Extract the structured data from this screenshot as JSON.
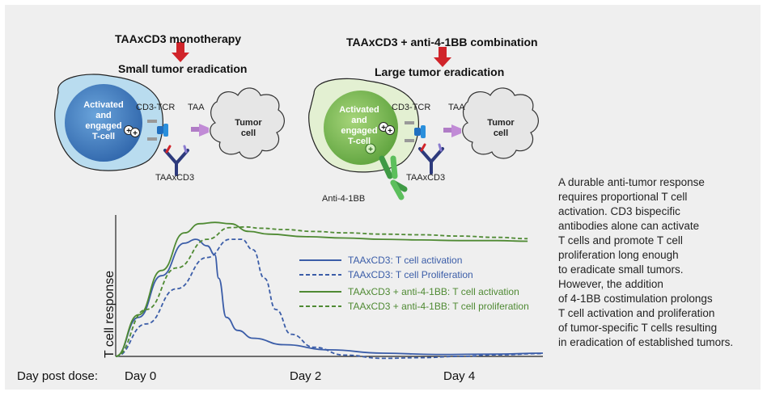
{
  "panel_left": {
    "title": "TAAxCD3 monotherapy",
    "result": "Small tumor eradication",
    "cell_label": [
      "Activated",
      "and",
      "engaged",
      "T-cell"
    ],
    "receptor_label": "CD3-TCR",
    "antigen_label": "TAA",
    "tumor_label": [
      "Tumor",
      "cell"
    ],
    "antibody_label": "TAAxCD3"
  },
  "panel_right": {
    "title": "TAAxCD3 + anti-4-1BB combination",
    "result": "Large tumor eradication",
    "cell_label": [
      "Activated",
      "and",
      "engaged",
      "T-cell"
    ],
    "receptor_label": "CD3-TCR",
    "antigen_label": "TAA",
    "tumor_label": [
      "Tumor",
      "cell"
    ],
    "antibody_label": "TAAxCD3",
    "costim_label": "Anti-4-1BB"
  },
  "colors": {
    "blue_series": "#3b5da8",
    "green_series": "#4f8a33",
    "arrow": "#d0242a",
    "tcell_blue": "#3d7fc1",
    "tcell_green": "#7bbf4a"
  },
  "description": "A durable anti-tumor response requires proportional T cell activation. CD3 bispecific antibodies alone can activate T cells and promote T cell proliferation long enough to eradicate small tumors. However, the addition of 4-1BB costimulation prolongs T cell activation and proliferation of tumor-specific T cells resulting in eradication of established tumors.",
  "description_lines": [
    "A durable anti-tumor response",
    "requires proportional T cell",
    "activation. CD3 bispecific",
    "antibodies alone can activate",
    "T cells and promote T cell",
    "proliferation long enough",
    "to eradicate small tumors.",
    "However, the addition",
    "of 4-1BB costimulation prolongs",
    "T cell activation and proliferation",
    "of tumor-specific T cells resulting",
    "in eradication of established tumors."
  ],
  "chart_data": {
    "type": "line",
    "title": "",
    "xlabel": "Day post dose:",
    "ylabel": "T cell response",
    "x_ticks": [
      "Day 0",
      "Day 2",
      "Day 4"
    ],
    "x_tick_values": [
      0,
      2,
      4
    ],
    "xlim": [
      0,
      5.6
    ],
    "ylim": [
      0,
      1
    ],
    "grid": false,
    "legend_position": "center-right",
    "series": [
      {
        "name": "TAAxCD3: T cell activation",
        "color": "#3b5da8",
        "dash": false,
        "x": [
          0,
          0.3,
          0.6,
          0.9,
          1.05,
          1.2,
          1.3,
          1.35,
          1.45,
          1.6,
          1.8,
          2.2,
          2.8,
          3.5,
          4.2,
          5.0,
          5.6
        ],
        "y": [
          0,
          0.3,
          0.62,
          0.87,
          0.9,
          0.85,
          0.78,
          0.6,
          0.3,
          0.2,
          0.14,
          0.09,
          0.05,
          0.025,
          0.015,
          0.018,
          0.025
        ]
      },
      {
        "name": "TAAxCD3: T cell Proliferation",
        "color": "#3b5da8",
        "dash": true,
        "x": [
          0,
          0.4,
          0.8,
          1.2,
          1.5,
          1.65,
          1.8,
          1.95,
          2.1,
          2.3,
          2.6,
          3.0,
          3.5,
          4.0,
          4.5,
          5.0,
          5.6
        ],
        "y": [
          0,
          0.25,
          0.52,
          0.76,
          0.9,
          0.9,
          0.82,
          0.6,
          0.36,
          0.17,
          0.07,
          0.01,
          -0.015,
          -0.01,
          0.0,
          0.012,
          0.022
        ]
      },
      {
        "name": "TAAxCD3 + anti-4-1BB: T cell activation",
        "color": "#4f8a33",
        "dash": false,
        "x": [
          0,
          0.3,
          0.6,
          0.9,
          1.1,
          1.3,
          1.5,
          1.75,
          2.0,
          2.5,
          3.0,
          3.5,
          4.0,
          4.5,
          5.0,
          5.4
        ],
        "y": [
          0,
          0.32,
          0.66,
          0.95,
          1.02,
          1.03,
          1.02,
          0.96,
          0.94,
          0.92,
          0.91,
          0.9,
          0.895,
          0.89,
          0.89,
          0.885
        ]
      },
      {
        "name": "TAAxCD3 + anti-4-1BB: T cell proliferation",
        "color": "#4f8a33",
        "dash": true,
        "x": [
          0,
          0.4,
          0.8,
          1.2,
          1.5,
          1.7,
          1.9,
          2.2,
          2.6,
          3.0,
          3.5,
          4.0,
          4.5,
          5.0,
          5.4
        ],
        "y": [
          0,
          0.36,
          0.68,
          0.9,
          0.99,
          0.995,
          0.985,
          0.975,
          0.96,
          0.95,
          0.94,
          0.935,
          0.925,
          0.915,
          0.905
        ]
      }
    ]
  }
}
